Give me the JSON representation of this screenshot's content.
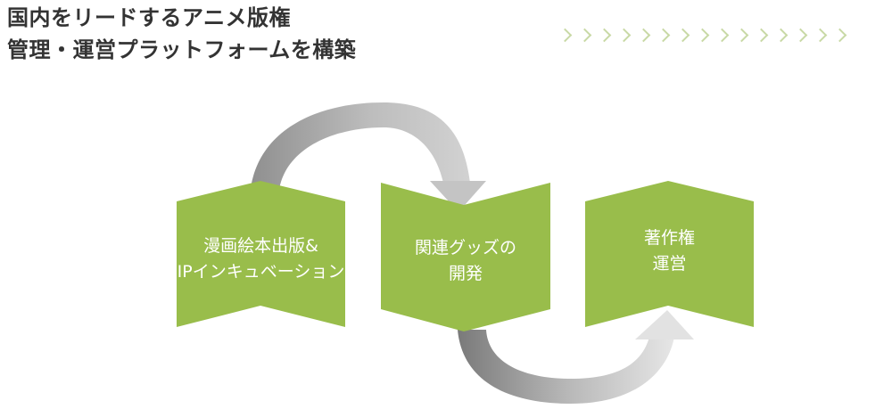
{
  "title": {
    "line1": "国内をリードするアニメ版権",
    "line2": "管理・運営プラットフォームを構築"
  },
  "decoration": {
    "chevron_count": 15,
    "chevron_color": "#c8d9a5"
  },
  "colors": {
    "box": "#99bd4b",
    "arrow": "#b3b3b3",
    "title": "#333333"
  },
  "steps": [
    {
      "line1": "漫画絵本出版&",
      "line2": "IPインキュベーション"
    },
    {
      "line1": "関連グッズの",
      "line2": "開発"
    },
    {
      "line1": "著作権",
      "line2": "運営"
    }
  ]
}
